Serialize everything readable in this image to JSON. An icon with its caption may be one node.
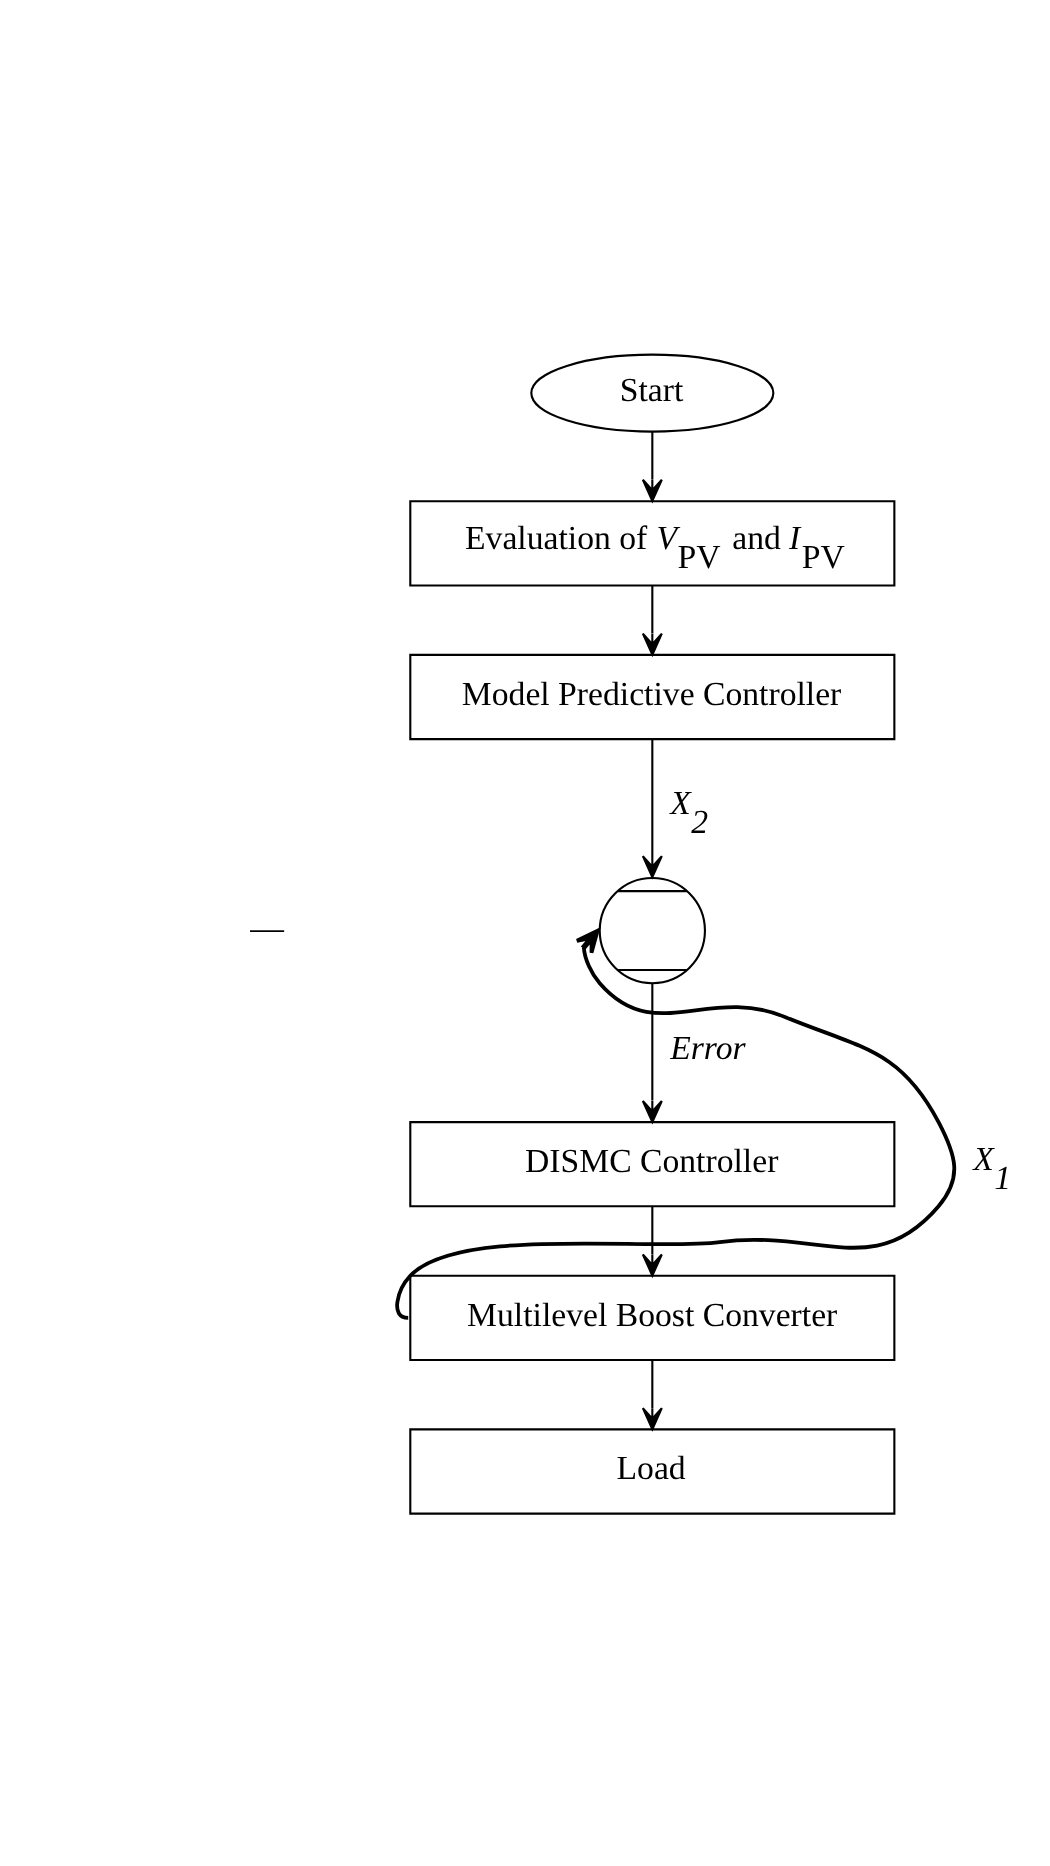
{
  "diagram": {
    "nodes": [
      {
        "text": [
          "Start"
        ]
      },
      {
        "text": [
          "Evaluation of *V*$_{PV}$ and *I*$_{PV}$"
        ]
      },
      {
        "text": [
          "Model Predictive Controller"
        ]
      },
      {
        "text": [],
        "shape": "circle"
      },
      {
        "text": [
          "DISMC Controller"
        ]
      },
      {
        "text": [
          "Multilevel Boost Converter"
        ]
      },
      {
        "text": [
          "Load"
        ]
      }
    ],
    "edges": [
      {
        "from": 0,
        "to": 1,
        "arrow": "to"
      },
      {
        "from": 1,
        "to": 2,
        "arrow": "to"
      },
      {
        "from": 2,
        "to": 3,
        "arrow": "to",
        "label": "X$_{2}$"
      },
      {
        "from": 3,
        "to": 4,
        "arrow": "to",
        "label": "Error"
      },
      {
        "from": 4,
        "to": 5,
        "arrow": "to"
      },
      {
        "from": 5,
        "to": 3,
        "arrow": "to",
        "label": "X$_{1}$"
      },
      {
        "from": 5,
        "to": 6,
        "arrow": "to"
      }
    ],
    "labels": [
      "—"
    ]
  }
}
